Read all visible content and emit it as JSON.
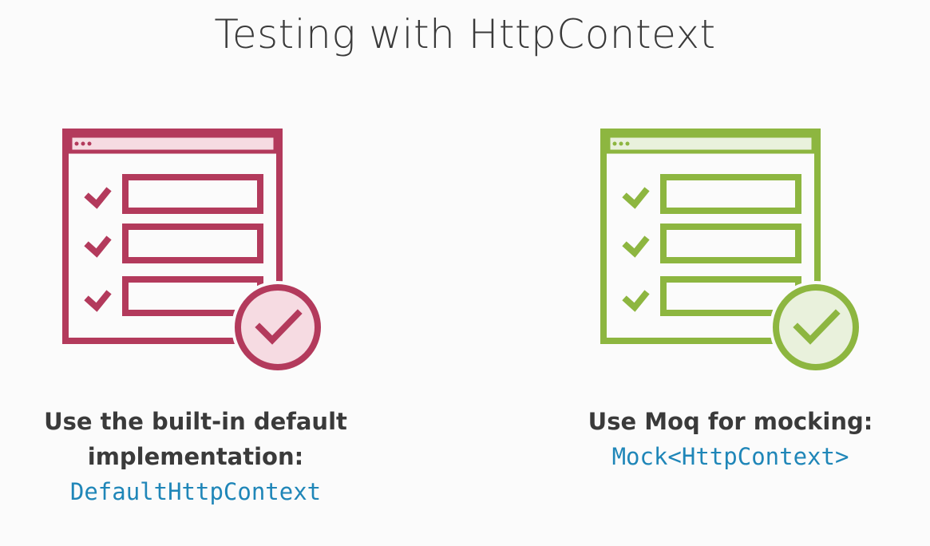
{
  "slide": {
    "title": "Testing with HttpContext"
  },
  "left_option": {
    "icon": "checklist-window-approved-icon",
    "color": "#b33a5c",
    "fill": "#f6dbe2",
    "line1": "Use the built-in default",
    "line2": "implementation:",
    "code": "DefaultHttpContext"
  },
  "right_option": {
    "icon": "checklist-window-approved-icon",
    "color": "#8db640",
    "fill": "#e9f1dc",
    "line1": "Use Moq for mocking:",
    "code": "Mock<HttpContext>"
  }
}
